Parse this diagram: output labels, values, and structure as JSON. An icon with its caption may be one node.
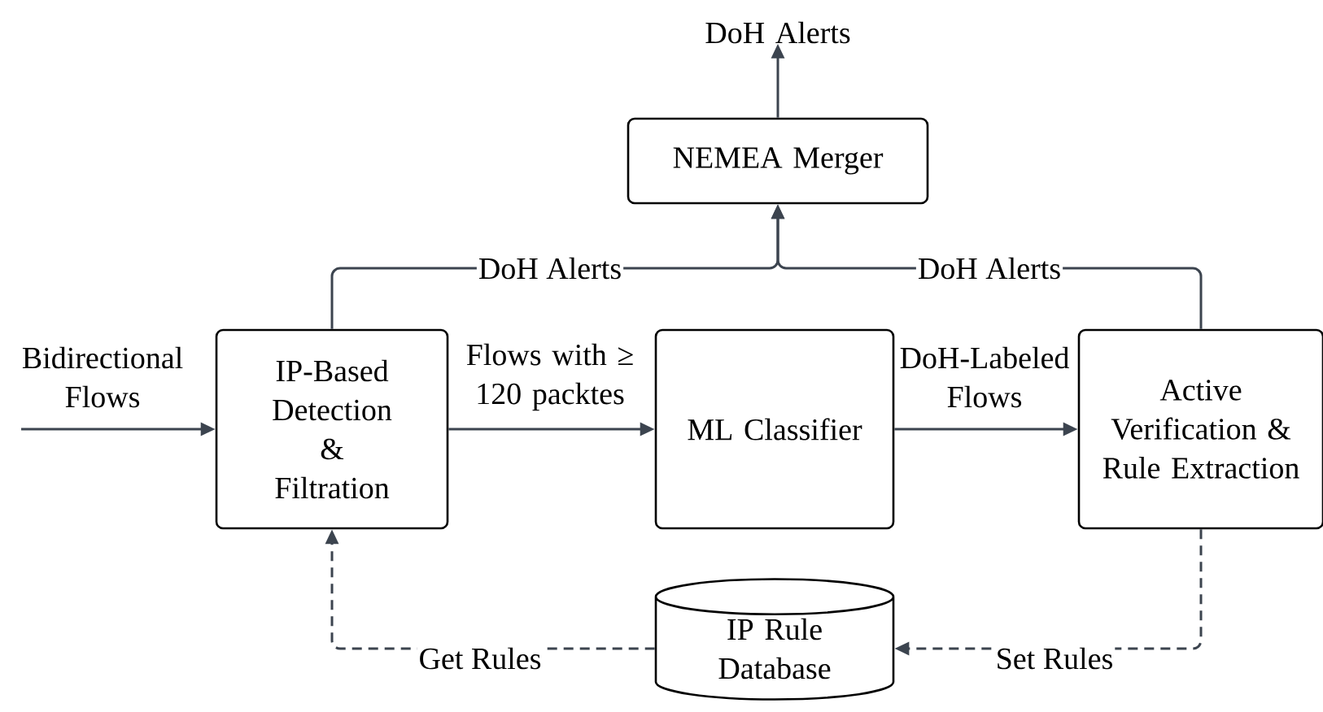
{
  "diagram": {
    "nodes": [
      {
        "text": [
          "DoH Alerts"
        ]
      },
      {
        "text": [
          "NEMEA Merger"
        ]
      },
      {
        "text": [
          "IP-Based Detection & Filtration"
        ]
      },
      {
        "text": [
          "ML Classifier"
        ]
      },
      {
        "text": [
          "Active Verification & Rule Extraction"
        ]
      },
      {
        "text": [
          "IP Rule Database"
        ]
      }
    ],
    "edges": [
      {
        "from": 1,
        "to": 0,
        "arrow": "to"
      },
      {
        "from": 2,
        "to": 1,
        "arrow": "to",
        "label": "DoH Alerts"
      },
      {
        "from": 4,
        "to": 1,
        "arrow": "to",
        "label": "DoH Alerts"
      },
      {
        "from": null,
        "to": 2,
        "arrow": "to",
        "label": "Bidirectional Flows"
      },
      {
        "from": 2,
        "to": 3,
        "arrow": "to",
        "label": "Flows with ≥ 120 packtes"
      },
      {
        "from": 3,
        "to": 4,
        "arrow": "to",
        "label": "DoH-Labeled Flows"
      },
      {
        "from": 5,
        "to": 2,
        "arrow": "to",
        "label": "Get Rules",
        "style": "dashed"
      },
      {
        "from": 4,
        "to": 5,
        "arrow": "to",
        "label": "Set Rules",
        "style": "dashed"
      }
    ]
  }
}
